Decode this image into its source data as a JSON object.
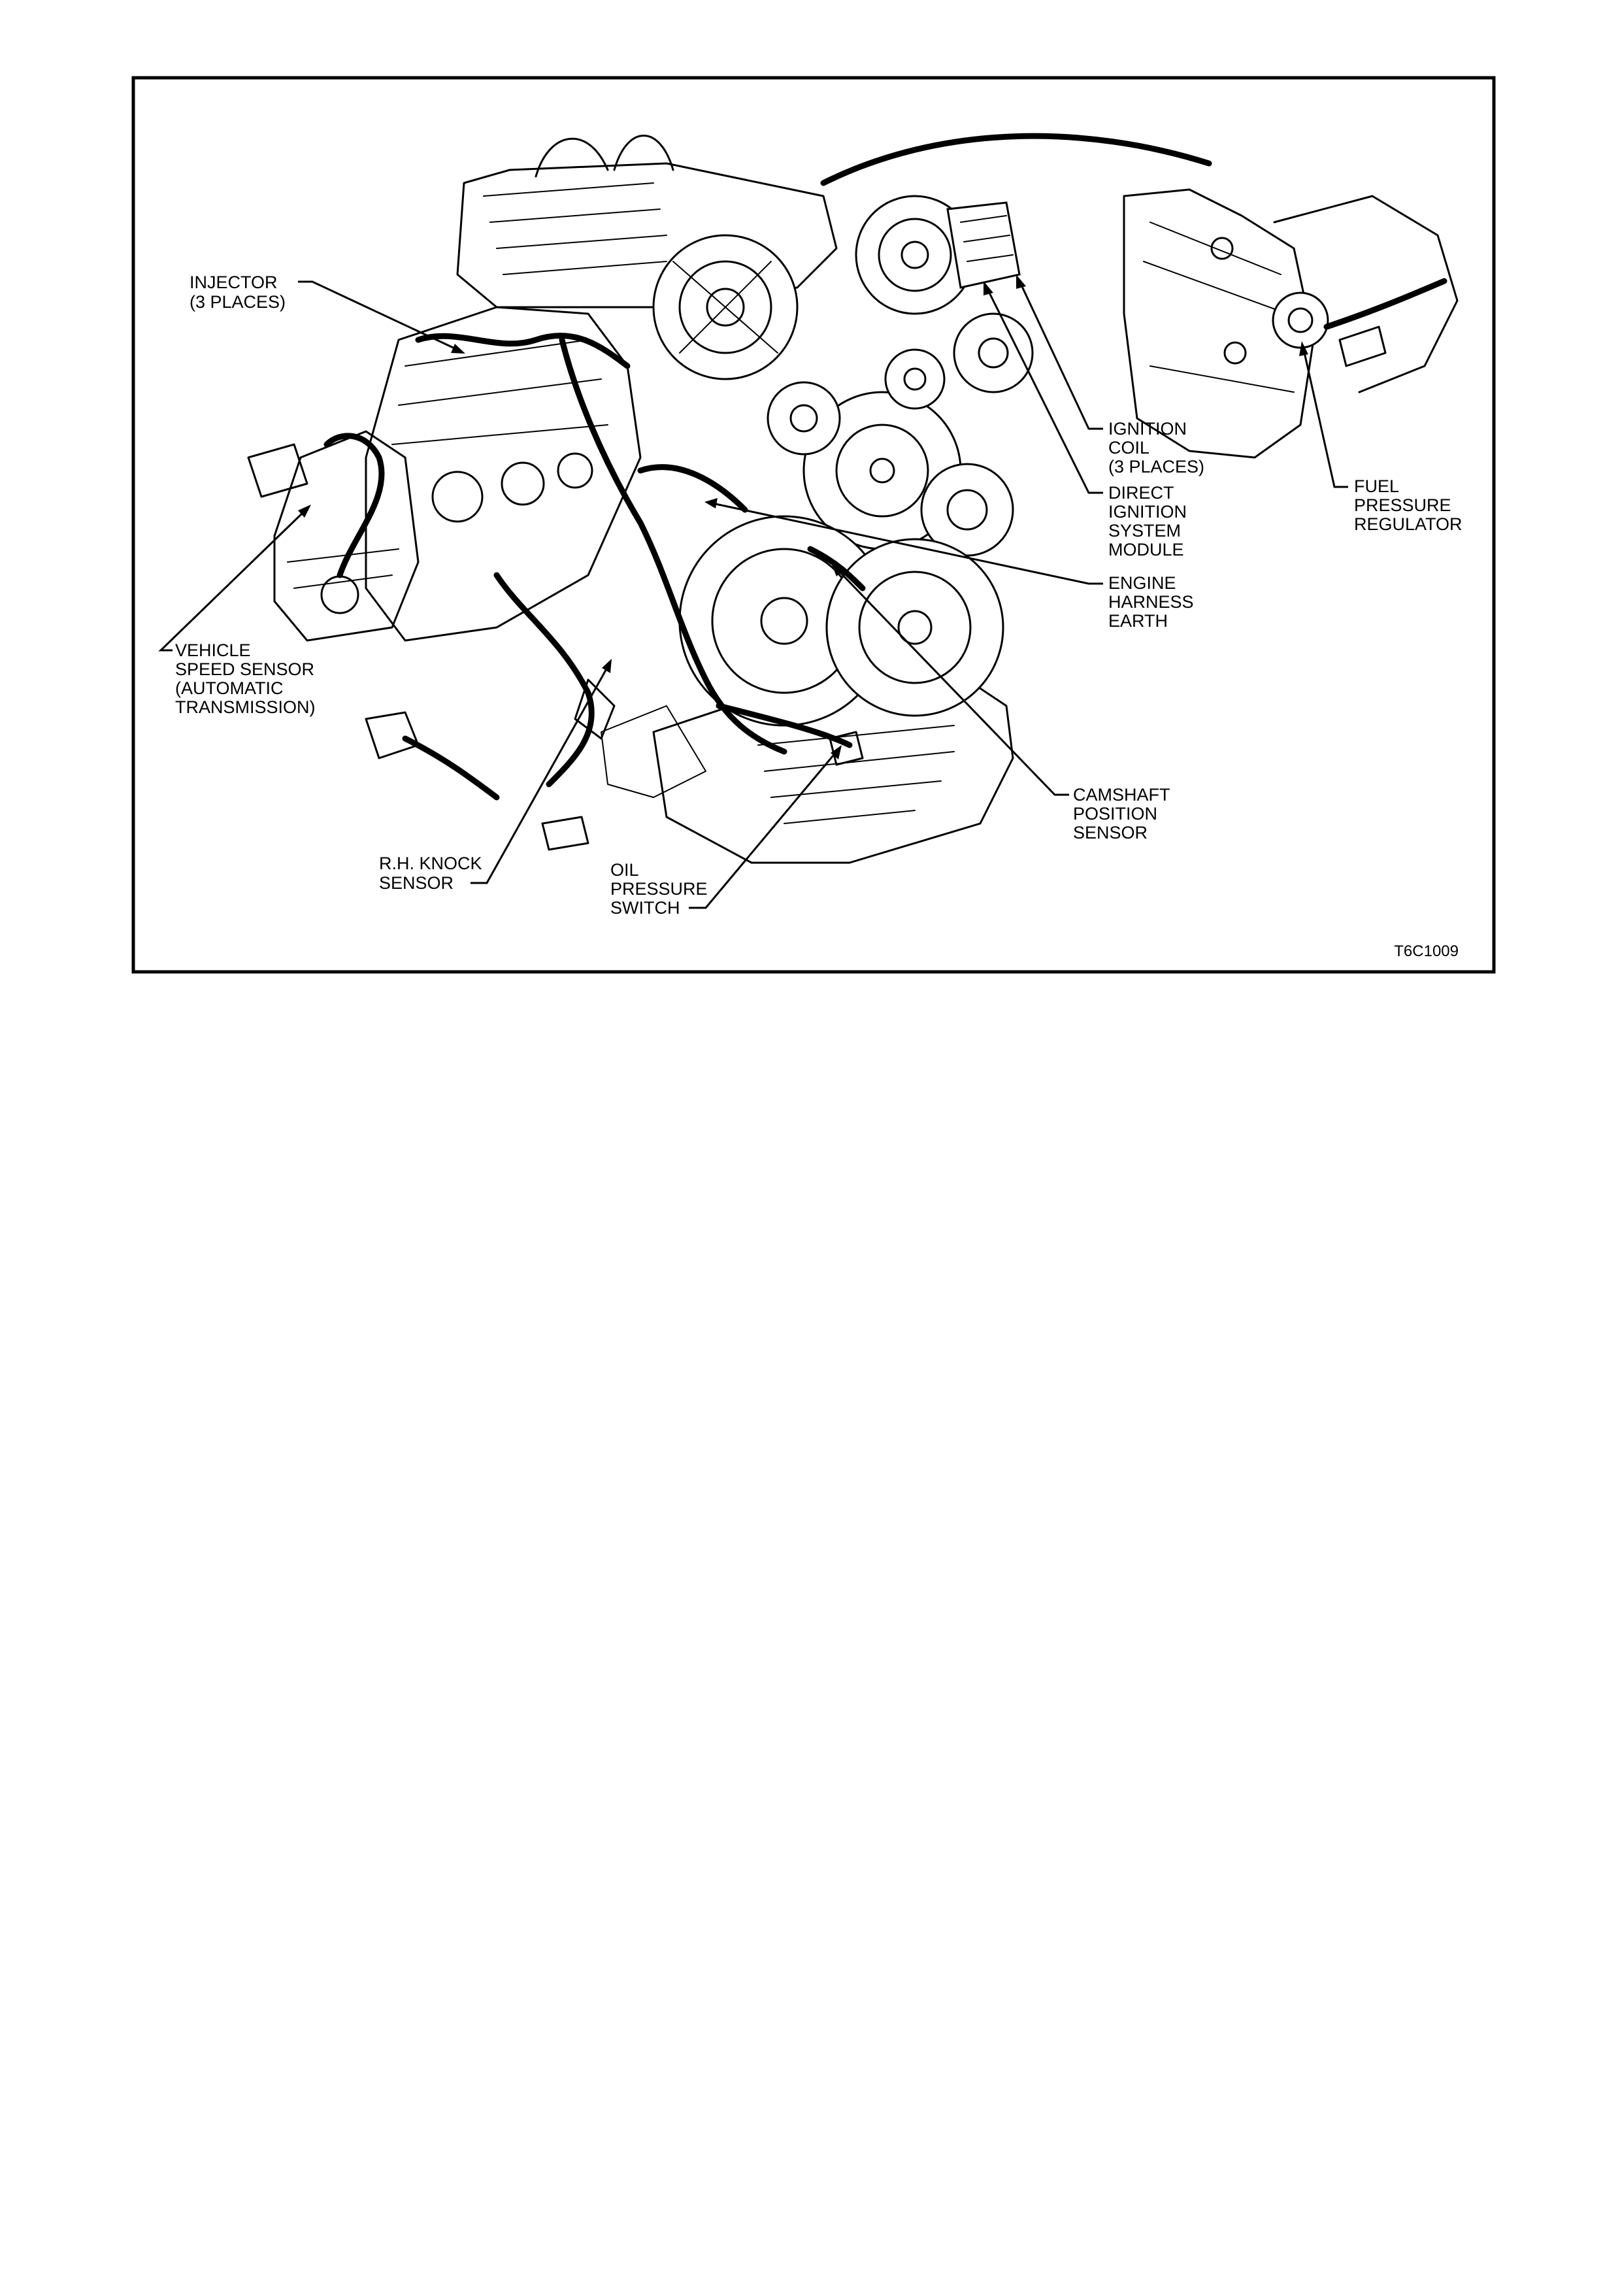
{
  "figure_code": "T6C1009",
  "labels": {
    "injector": [
      "INJECTOR",
      "(3 PLACES)"
    ],
    "ignition_coil": [
      "IGNITION",
      "COIL",
      "(3 PLACES)"
    ],
    "dis_module": [
      "DIRECT",
      "IGNITION",
      "SYSTEM",
      "MODULE"
    ],
    "fuel_pressure_regulator": [
      "FUEL",
      "PRESSURE",
      "REGULATOR"
    ],
    "engine_harness_earth": [
      "ENGINE",
      "HARNESS",
      "EARTH"
    ],
    "vehicle_speed_sensor": [
      "VEHICLE",
      "SPEED SENSOR",
      "(AUTOMATIC",
      "TRANSMISSION)"
    ],
    "camshaft_position_sensor": [
      "CAMSHAFT",
      "POSITION",
      "SENSOR"
    ],
    "rh_knock_sensor": [
      "R.H. KNOCK",
      "SENSOR"
    ],
    "oil_pressure_switch": [
      "OIL",
      "PRESSURE",
      "SWITCH"
    ]
  }
}
